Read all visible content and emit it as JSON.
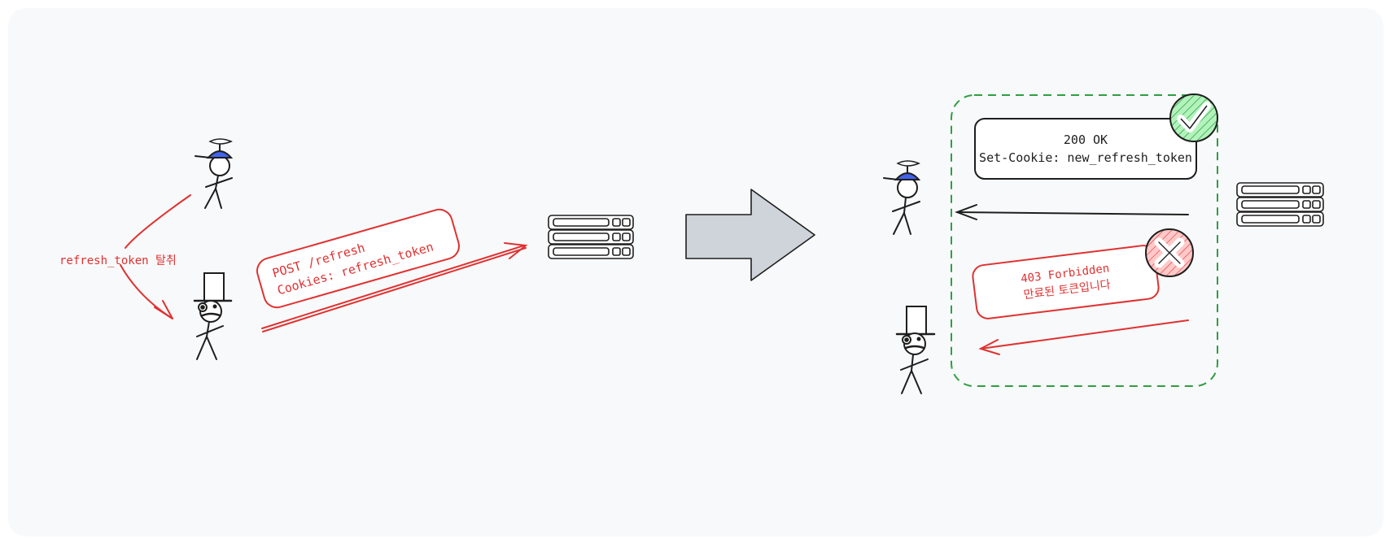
{
  "diagram": {
    "theft_label": "refresh_token 탈취",
    "attacker_request": {
      "line1": "POST /refresh",
      "line2": "Cookies: refresh_token"
    },
    "success_response": {
      "line1": "200 OK",
      "line2": "Set-Cookie: new_refresh_token"
    },
    "failure_response": {
      "line1": "403 Forbidden",
      "line2": "만료된 토큰입니다"
    }
  },
  "colors": {
    "background": "#f8f9fa",
    "red": "#e03131",
    "green": "#2f9e44",
    "success_badge": "#b2f2bb",
    "error_badge": "#ffc9c9",
    "propeller_cap": "#4263eb",
    "big_arrow": "#ced4da",
    "ink": "#1e1e1e"
  }
}
